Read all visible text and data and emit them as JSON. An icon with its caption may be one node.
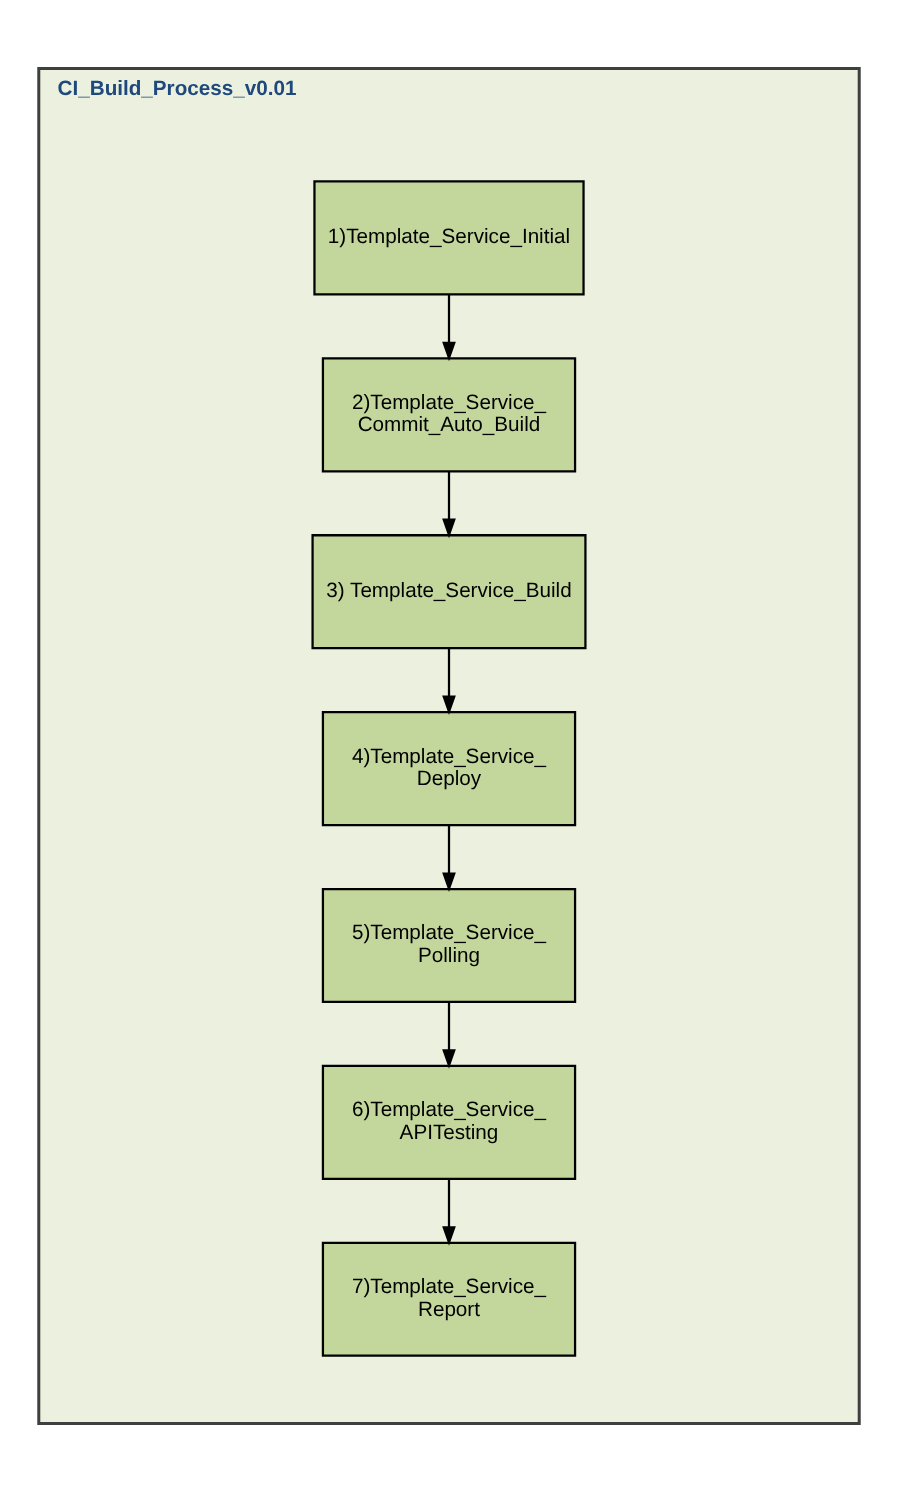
{
  "diagram": {
    "nodes": [
      {
        "text": [
          "CI_Build_Process_v0.01"
        ]
      },
      {
        "text": [
          "1)Template_Service_Initial"
        ],
        "in": 0
      },
      {
        "text": [
          "2)Template_Service_ Commit_Auto_Build"
        ],
        "in": 0
      },
      {
        "text": [
          "3) Template_Service_Build"
        ],
        "in": 0
      },
      {
        "text": [
          "4)Template_Service_ Deploy"
        ],
        "in": 0
      },
      {
        "text": [
          "5)Template_Service_ Polling"
        ],
        "in": 0
      },
      {
        "text": [
          "6)Template_Service_ APITesting"
        ],
        "in": 0
      },
      {
        "text": [
          "7)Template_Service_ Report"
        ],
        "in": 0
      }
    ],
    "edges": [
      {
        "from": 1,
        "to": 2,
        "arrow": "to"
      },
      {
        "from": 2,
        "to": 3,
        "arrow": "to"
      },
      {
        "from": 3,
        "to": 4,
        "arrow": "to"
      },
      {
        "from": 4,
        "to": 5,
        "arrow": "to"
      },
      {
        "from": 5,
        "to": 6,
        "arrow": "to"
      },
      {
        "from": 6,
        "to": 7,
        "arrow": "to"
      }
    ]
  }
}
